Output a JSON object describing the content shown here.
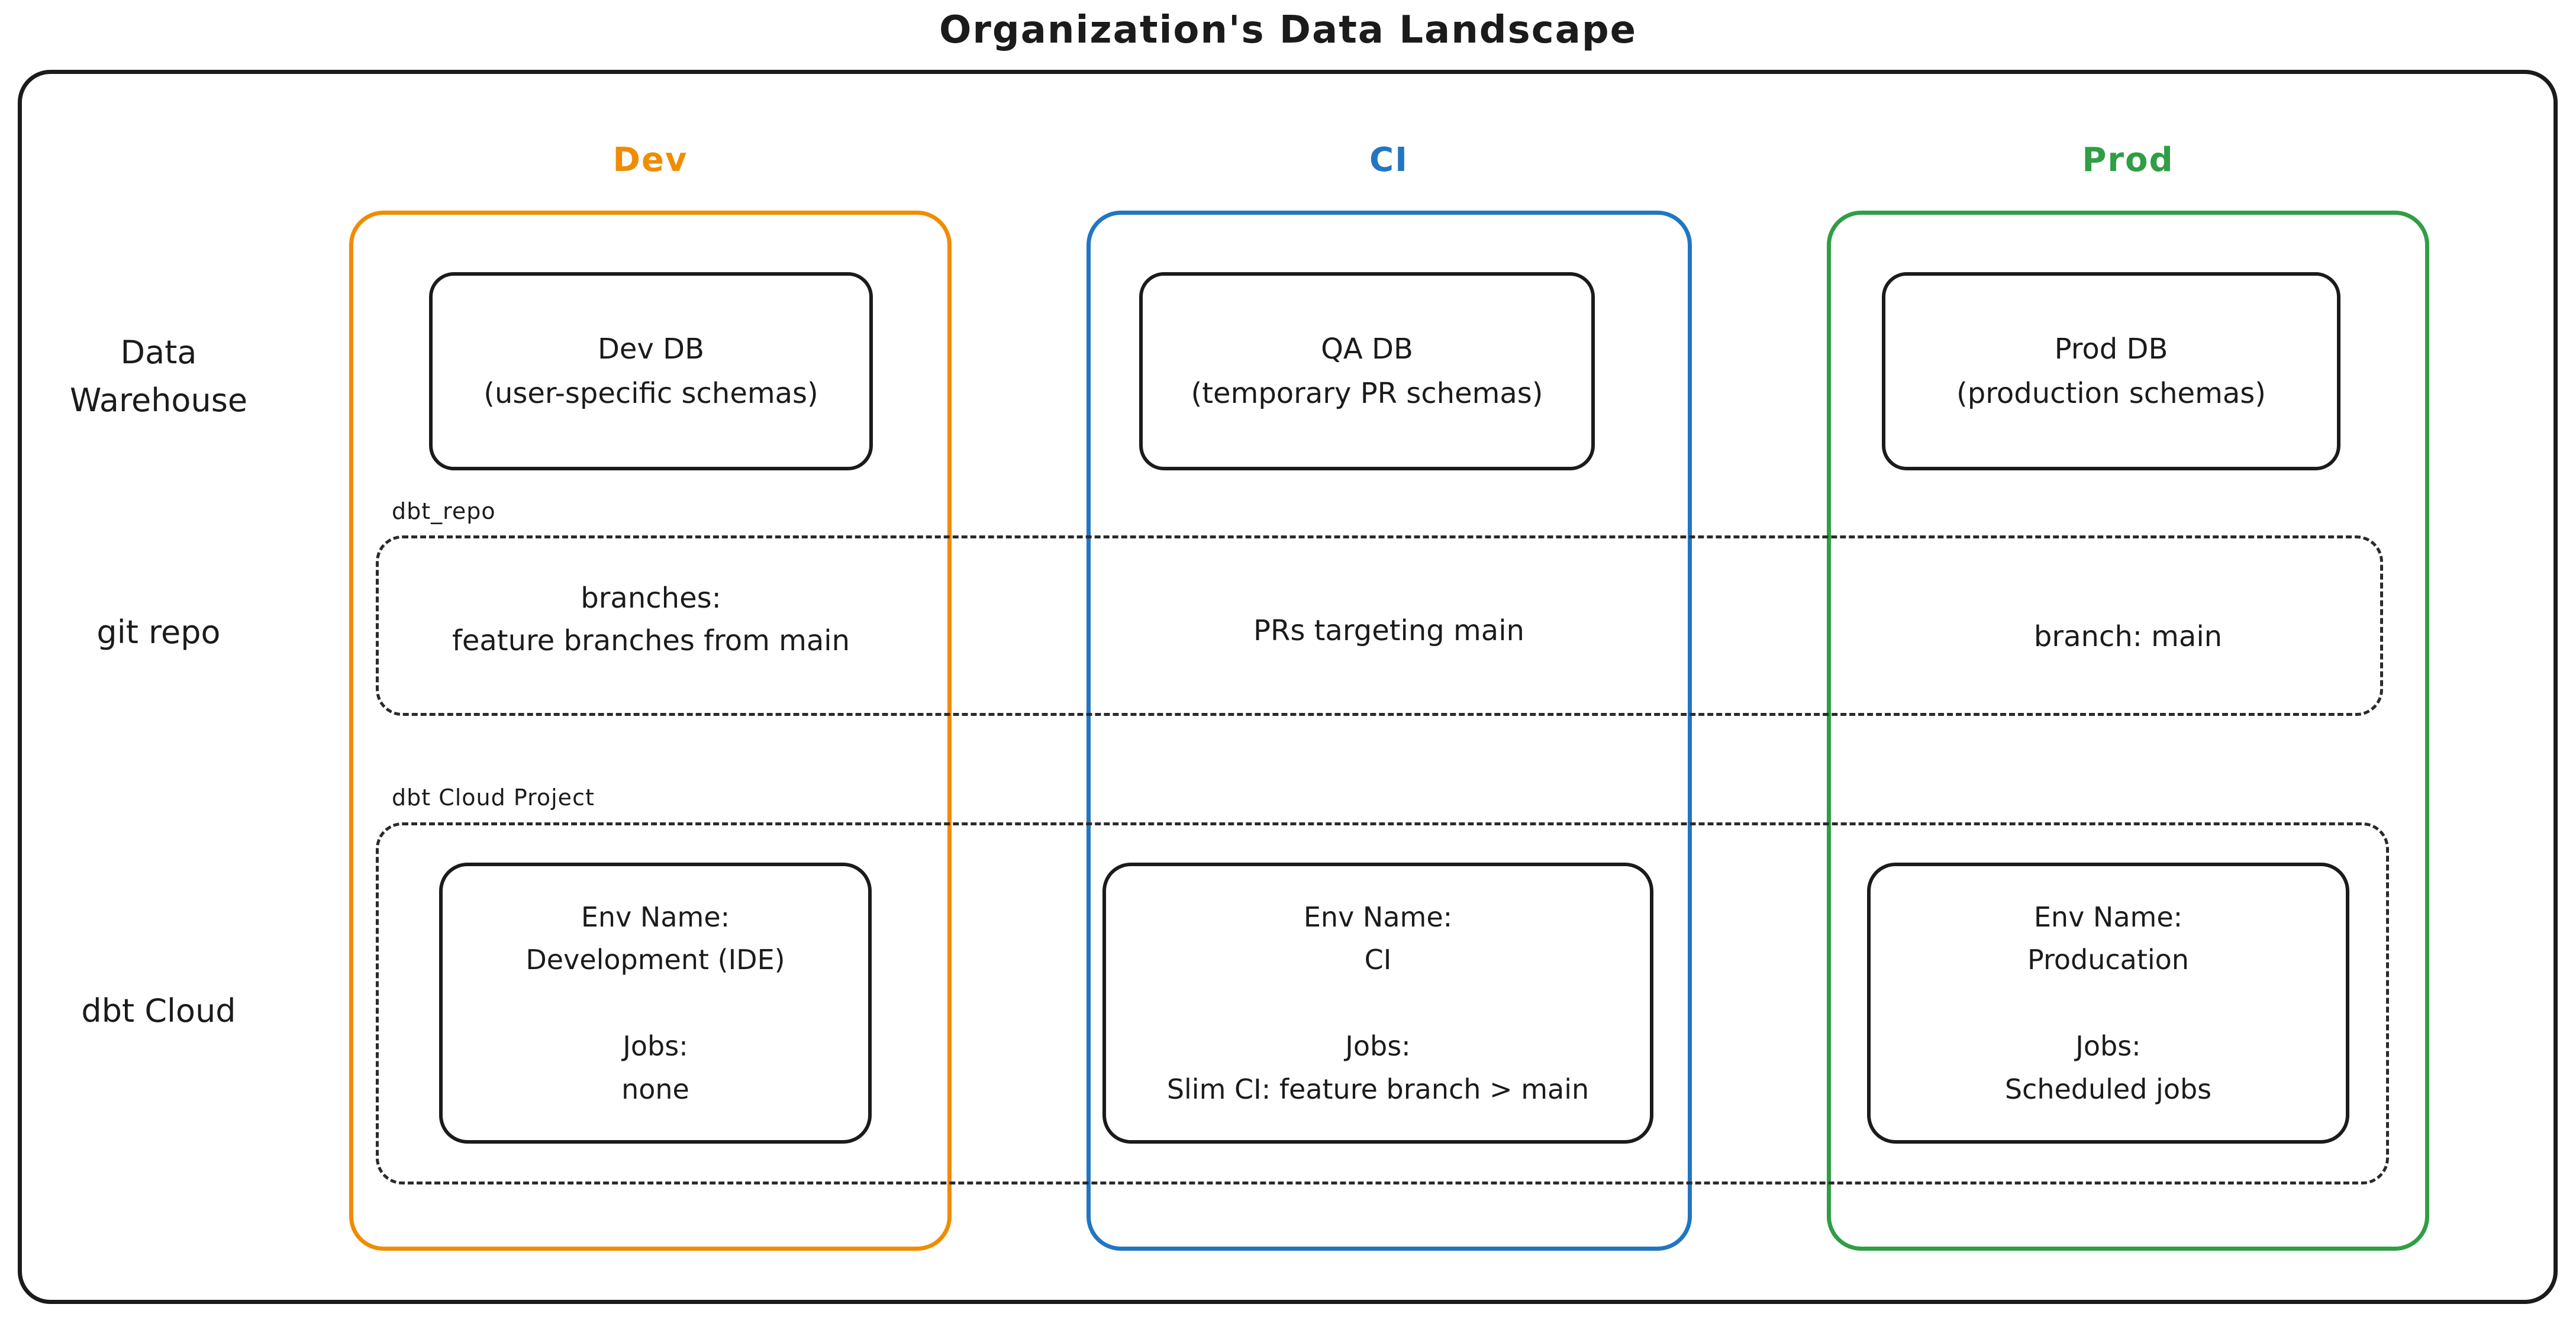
{
  "title": "Organization's Data Landscape",
  "colors": {
    "dev_accent": "#f08c00",
    "ci_accent": "#2176c4",
    "prod_accent": "#2f9e44",
    "ink": "#1b1b1b"
  },
  "columns": {
    "dev": {
      "header": "Dev"
    },
    "ci": {
      "header": "CI"
    },
    "prod": {
      "header": "Prod"
    }
  },
  "row_labels": {
    "data_warehouse": "Data\nWarehouse",
    "git_repo": "git repo",
    "dbt_cloud": "dbt Cloud"
  },
  "warehouse_row": {
    "dev_db": "Dev DB\n(user-specific schemas)",
    "qa_db": "QA DB\n(temporary PR schemas)",
    "prod_db": "Prod DB\n(production schemas)"
  },
  "git_repo_row": {
    "container_label": "dbt_repo",
    "dev": "branches:\nfeature branches from main",
    "ci": "PRs targeting main",
    "prod": "branch: main"
  },
  "dbt_cloud_row": {
    "container_label": "dbt Cloud Project",
    "dev": "Env Name:\nDevelopment (IDE)\n\nJobs:\nnone",
    "ci": "Env Name:\nCI\n\nJobs:\nSlim CI: feature branch > main",
    "prod": "Env Name:\nProducation\n\nJobs:\nScheduled jobs"
  }
}
